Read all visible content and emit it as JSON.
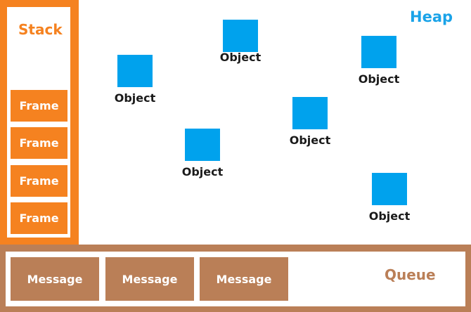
{
  "colors": {
    "stack": "#f58220",
    "heap_title": "#1aa3e8",
    "object": "#00a2ed",
    "queue": "#ba7f57"
  },
  "stack": {
    "title": "Stack",
    "frames": [
      "Frame",
      "Frame",
      "Frame",
      "Frame"
    ]
  },
  "heap": {
    "title": "Heap",
    "objects": [
      "Object",
      "Object",
      "Object",
      "Object",
      "Object",
      "Object"
    ]
  },
  "queue": {
    "title": "Queue",
    "messages": [
      "Message",
      "Message",
      "Message"
    ]
  }
}
